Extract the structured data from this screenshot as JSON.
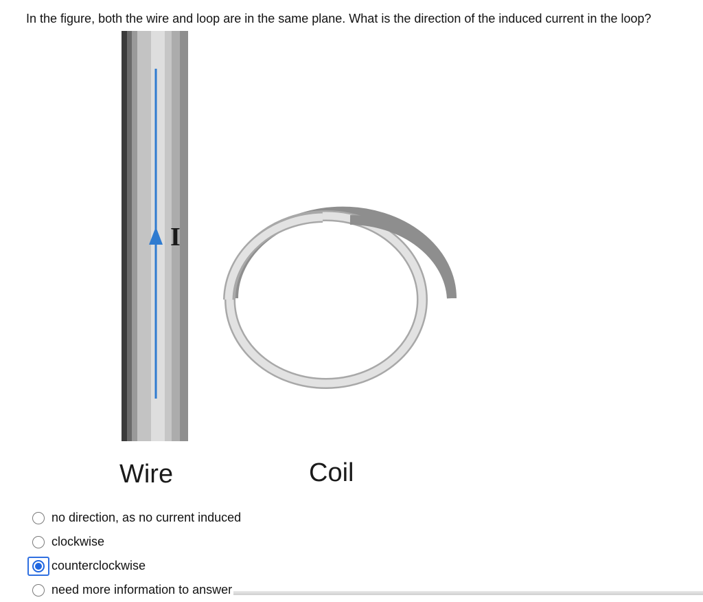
{
  "question": {
    "text": "In the figure, both the wire and loop are in the same plane.  What is the direction of the induced current in the loop?"
  },
  "figure": {
    "wire_label": "Wire",
    "coil_label": "Coil",
    "current_label": "I",
    "arrow_color": "#2f7bd0"
  },
  "options": [
    {
      "label": "no direction, as no current induced",
      "selected": false
    },
    {
      "label": "clockwise",
      "selected": false
    },
    {
      "label": "counterclockwise",
      "selected": true
    },
    {
      "label": "need more information to answer",
      "selected": false
    }
  ]
}
